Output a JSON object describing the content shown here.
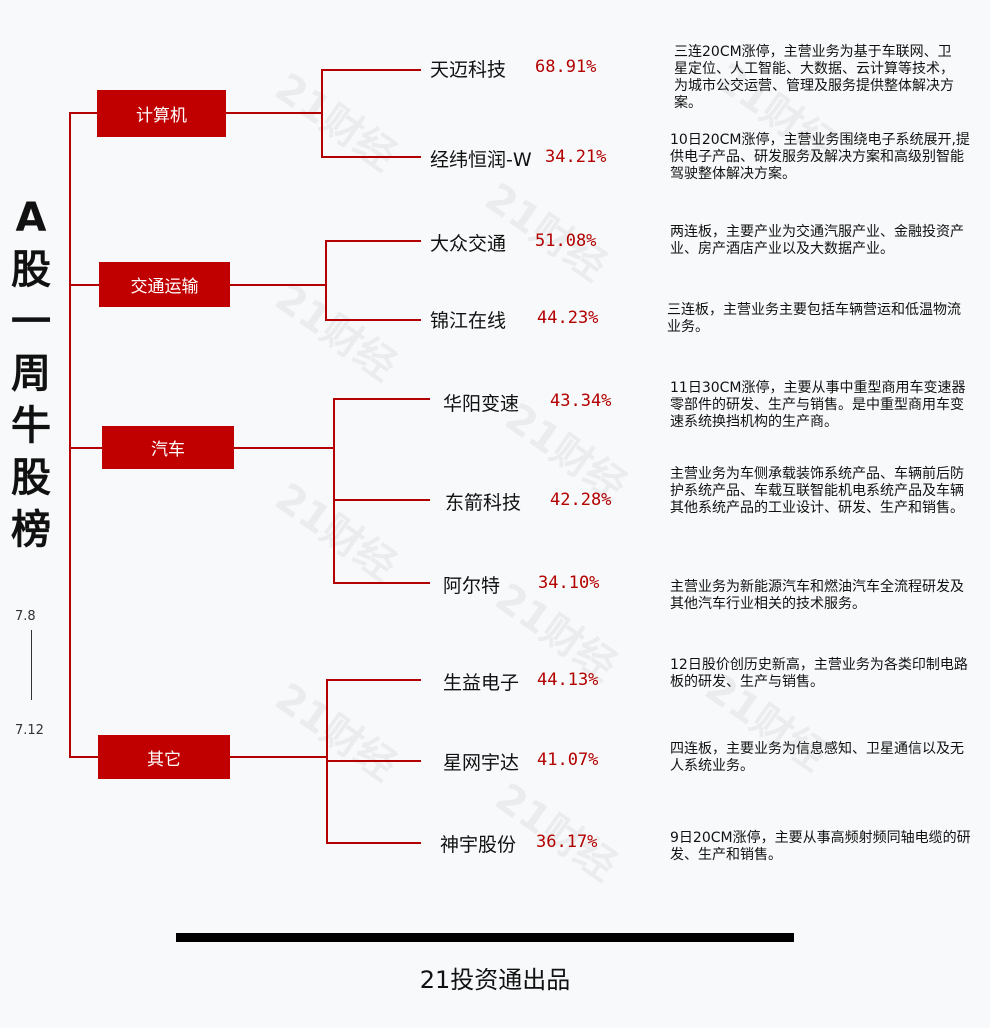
{
  "title": [
    "A",
    "股",
    "一",
    "周",
    "牛",
    "股",
    "榜"
  ],
  "date_start": "7.8",
  "date_end": "7.12",
  "watermark": "21财经",
  "categories": [
    {
      "label": "计算机",
      "stocks": [
        {
          "name": "天迈科技",
          "change": "68.91%",
          "desc": "三连20CM涨停，主营业务为基于车联网、卫星定位、人工智能、大数据、云计算等技术，为城市公交运营、管理及服务提供整体解决方案。"
        },
        {
          "name": "经纬恒润-W",
          "change": "34.21%",
          "desc": "10日20CM涨停，主营业务围绕电子系统展开,提供电子产品、研发服务及解决方案和高级别智能驾驶整体解决方案。"
        }
      ]
    },
    {
      "label": "交通运输",
      "stocks": [
        {
          "name": "大众交通",
          "change": "51.08%",
          "desc": "两连板，主要产业为交通汽服产业、金融投资产业、房产酒店产业以及大数据产业。"
        },
        {
          "name": "锦江在线",
          "change": "44.23%",
          "desc": "三连板，主营业务主要包括车辆营运和低温物流业务。"
        }
      ]
    },
    {
      "label": "汽车",
      "stocks": [
        {
          "name": "华阳变速",
          "change": "43.34%",
          "desc": "11日30CM涨停，主要从事中重型商用车变速器零部件的研发、生产与销售。是中重型商用车变速系统换挡机构的生产商。"
        },
        {
          "name": "东箭科技",
          "change": "42.28%",
          "desc": "主营业务为车侧承载装饰系统产品、车辆前后防护系统产品、车载互联智能机电系统产品及车辆其他系统产品的工业设计、研发、生产和销售。"
        },
        {
          "name": "阿尔特",
          "change": "34.10%",
          "desc": "主营业务为新能源汽车和燃油汽车全流程研发及其他汽车行业相关的技术服务。"
        }
      ]
    },
    {
      "label": "其它",
      "stocks": [
        {
          "name": "生益电子",
          "change": "44.13%",
          "desc": "12日股价创历史新高，主营业务为各类印制电路板的研发、生产与销售。"
        },
        {
          "name": "星网宇达",
          "change": "41.07%",
          "desc": "四连板，主要业务为信息感知、卫星通信以及无人系统业务。"
        },
        {
          "name": "神宇股份",
          "change": "36.17%",
          "desc": "9日20CM涨停，主要从事高频射频同轴电缆的研发、生产和销售。"
        }
      ]
    }
  ],
  "footer": "21投资通出品",
  "colors": {
    "accent": "#c00000",
    "text": "#111111"
  }
}
